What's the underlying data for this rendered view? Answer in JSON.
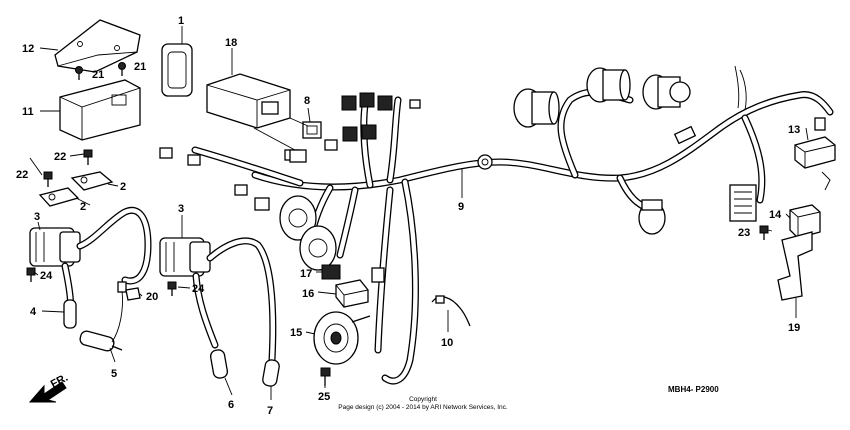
{
  "callouts": [
    {
      "id": "c1",
      "label": "1"
    },
    {
      "id": "c2a",
      "label": "2"
    },
    {
      "id": "c2b",
      "label": "2"
    },
    {
      "id": "c3a",
      "label": "3"
    },
    {
      "id": "c3b",
      "label": "3"
    },
    {
      "id": "c4",
      "label": "4"
    },
    {
      "id": "c5",
      "label": "5"
    },
    {
      "id": "c6",
      "label": "6"
    },
    {
      "id": "c7",
      "label": "7"
    },
    {
      "id": "c8",
      "label": "8"
    },
    {
      "id": "c9",
      "label": "9"
    },
    {
      "id": "c10",
      "label": "10"
    },
    {
      "id": "c11",
      "label": "11"
    },
    {
      "id": "c12",
      "label": "12"
    },
    {
      "id": "c13",
      "label": "13"
    },
    {
      "id": "c14",
      "label": "14"
    },
    {
      "id": "c15",
      "label": "15"
    },
    {
      "id": "c16",
      "label": "16"
    },
    {
      "id": "c17",
      "label": "17"
    },
    {
      "id": "c18",
      "label": "18"
    },
    {
      "id": "c19",
      "label": "19"
    },
    {
      "id": "c20",
      "label": "20"
    },
    {
      "id": "c21a",
      "label": "21"
    },
    {
      "id": "c21b",
      "label": "21"
    },
    {
      "id": "c22a",
      "label": "22"
    },
    {
      "id": "c22b",
      "label": "22"
    },
    {
      "id": "c23",
      "label": "23"
    },
    {
      "id": "c24a",
      "label": "24"
    },
    {
      "id": "c24b",
      "label": "24"
    },
    {
      "id": "c25",
      "label": "25"
    }
  ],
  "front_arrow_label": "FR.",
  "diagram_code": "MBH4- P2900",
  "copyright_line1": "Copyright",
  "copyright_line2": "Page design (c) 2004 - 2014 by ARI Network Services, Inc."
}
